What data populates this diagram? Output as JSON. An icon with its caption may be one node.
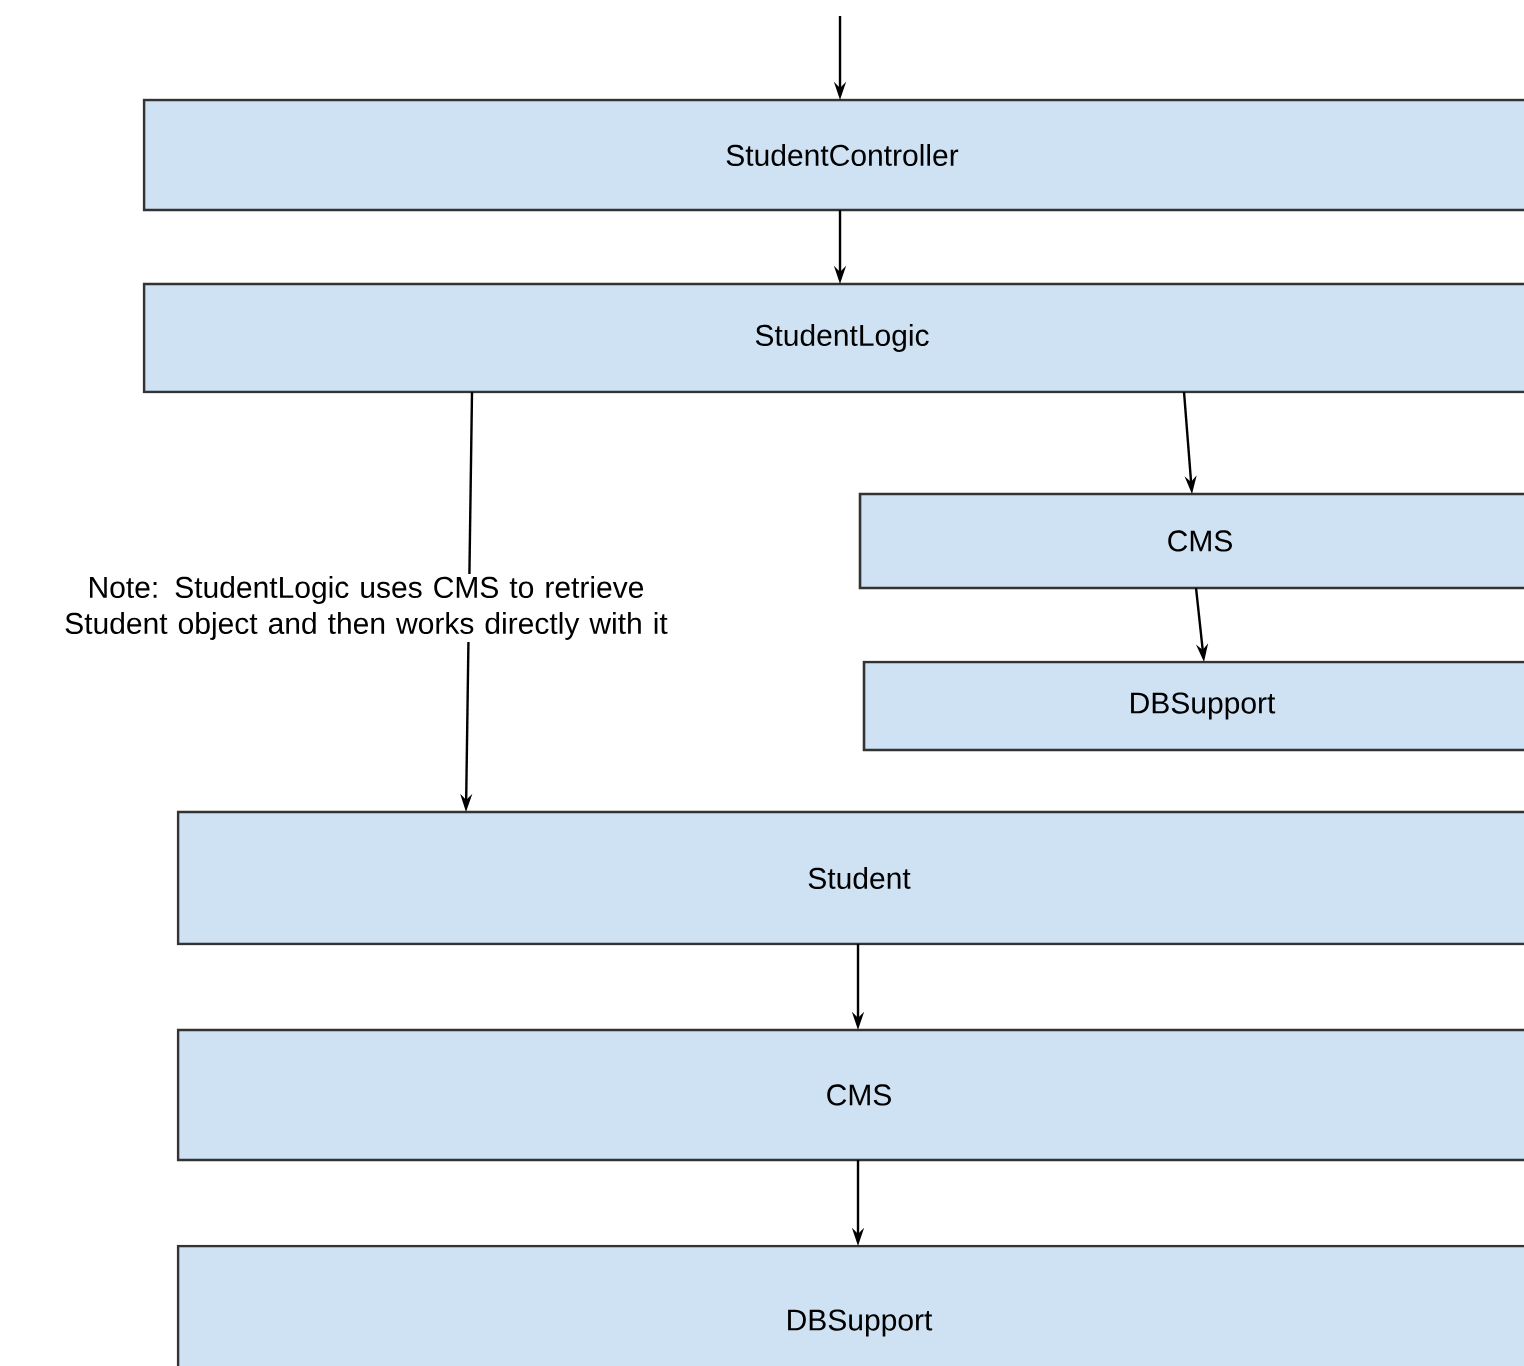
{
  "diagram": {
    "nodes": [
      {
        "text": [
          "StudentController"
        ]
      },
      {
        "text": [
          "StudentLogic"
        ]
      },
      {
        "text": [
          "CMS"
        ]
      },
      {
        "text": [
          "DBSupport"
        ]
      },
      {
        "text": [
          "Student"
        ]
      },
      {
        "text": [
          "CMS"
        ]
      },
      {
        "text": [
          "DBSupport"
        ]
      }
    ],
    "edges": [
      {
        "from": null,
        "to": 0,
        "arrow": "to"
      },
      {
        "from": 0,
        "to": 1,
        "arrow": "to"
      },
      {
        "from": 1,
        "to": 4,
        "arrow": "to"
      },
      {
        "from": 1,
        "to": 2,
        "arrow": "to"
      },
      {
        "from": 2,
        "to": 3,
        "arrow": "to"
      },
      {
        "from": 4,
        "to": 5,
        "arrow": "to"
      },
      {
        "from": 5,
        "to": 6,
        "arrow": "to"
      }
    ],
    "labels": [
      "Note: StudentLogic uses CMS to retrieve Student object and then works directly with it"
    ]
  }
}
